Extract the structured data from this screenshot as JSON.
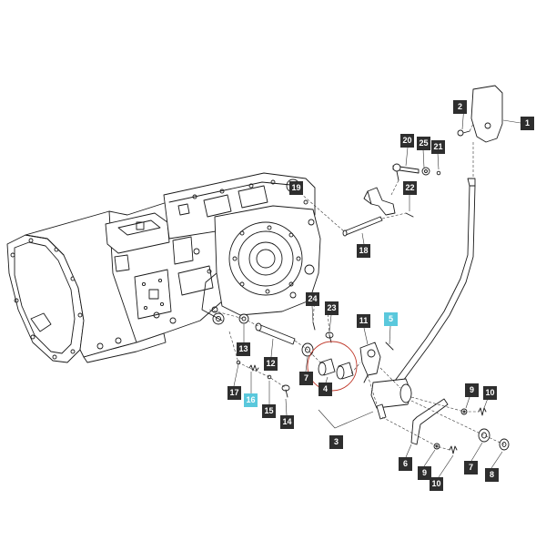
{
  "diagram": {
    "callouts": [
      {
        "id": "c1",
        "label": "1",
        "highlight": false
      },
      {
        "id": "c2",
        "label": "2",
        "highlight": false
      },
      {
        "id": "c3",
        "label": "3",
        "highlight": false
      },
      {
        "id": "c4",
        "label": "4",
        "highlight": false
      },
      {
        "id": "c5",
        "label": "5",
        "highlight": true
      },
      {
        "id": "c6",
        "label": "6",
        "highlight": false
      },
      {
        "id": "c7a",
        "label": "7",
        "highlight": false
      },
      {
        "id": "c7b",
        "label": "7",
        "highlight": false
      },
      {
        "id": "c8",
        "label": "8",
        "highlight": false
      },
      {
        "id": "c9a",
        "label": "9",
        "highlight": false
      },
      {
        "id": "c9b",
        "label": "9",
        "highlight": false
      },
      {
        "id": "c10a",
        "label": "10",
        "highlight": false
      },
      {
        "id": "c10b",
        "label": "10",
        "highlight": false
      },
      {
        "id": "c11",
        "label": "11",
        "highlight": false
      },
      {
        "id": "c12",
        "label": "12",
        "highlight": false
      },
      {
        "id": "c13",
        "label": "13",
        "highlight": false
      },
      {
        "id": "c14",
        "label": "14",
        "highlight": false
      },
      {
        "id": "c15",
        "label": "15",
        "highlight": false
      },
      {
        "id": "c16",
        "label": "16",
        "highlight": true
      },
      {
        "id": "c17",
        "label": "17",
        "highlight": false
      },
      {
        "id": "c18",
        "label": "18",
        "highlight": false
      },
      {
        "id": "c19",
        "label": "19",
        "highlight": false
      },
      {
        "id": "c20",
        "label": "20",
        "highlight": false
      },
      {
        "id": "c21",
        "label": "21",
        "highlight": false
      },
      {
        "id": "c22",
        "label": "22",
        "highlight": false
      },
      {
        "id": "c23",
        "label": "23",
        "highlight": false
      },
      {
        "id": "c24",
        "label": "24",
        "highlight": false
      },
      {
        "id": "c25",
        "label": "25",
        "highlight": false
      }
    ],
    "colors": {
      "callout": "#2e2e2e",
      "callout_highlight": "#5ac8dc",
      "detail_circle": "#c0392b"
    }
  }
}
